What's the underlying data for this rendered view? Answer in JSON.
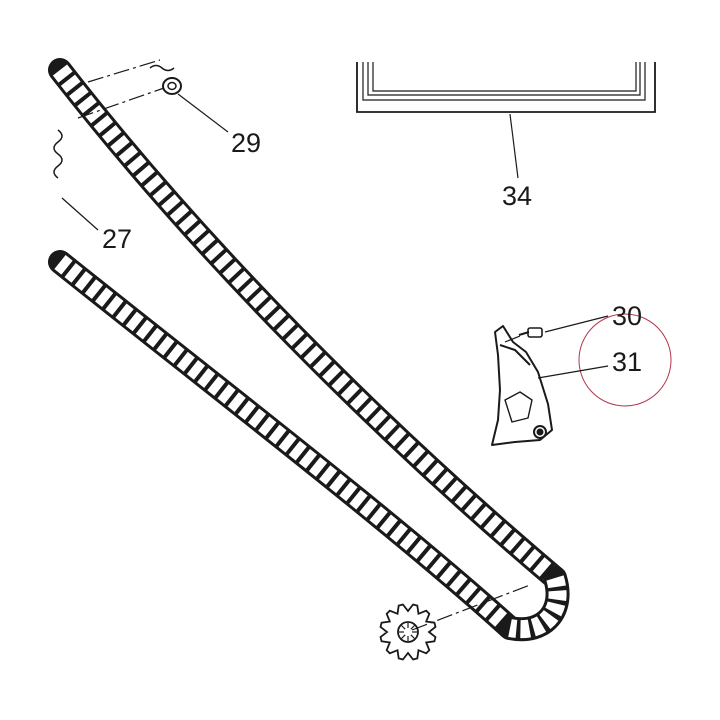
{
  "diagram": {
    "callouts": [
      {
        "id": "29",
        "label": "29"
      },
      {
        "id": "34",
        "label": "34"
      },
      {
        "id": "27",
        "label": "27"
      },
      {
        "id": "30",
        "label": "30"
      },
      {
        "id": "31",
        "label": "31"
      }
    ],
    "colors": {
      "ink": "#1a1a1a",
      "highlight_circle": "#b3354a",
      "background": "#ffffff"
    }
  }
}
